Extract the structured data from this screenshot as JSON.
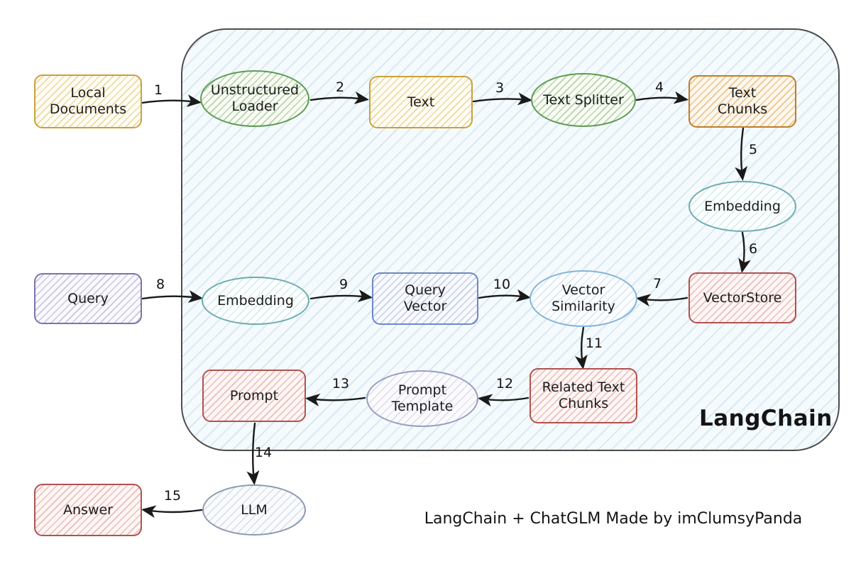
{
  "diagram": {
    "container_label": "LangChain",
    "caption": "LangChain + ChatGLM Made by imClumsyPanda"
  },
  "nodes": {
    "local_documents": {
      "label": "Local Documents",
      "shape": "rect",
      "color": "yellow"
    },
    "unstructured_loader": {
      "label": "Unstructured Loader",
      "shape": "ellipse",
      "color": "green"
    },
    "text": {
      "label": "Text",
      "shape": "rect",
      "color": "yellow"
    },
    "text_splitter": {
      "label": "Text Splitter",
      "shape": "ellipse",
      "color": "green"
    },
    "text_chunks": {
      "label": "Text Chunks",
      "shape": "rect",
      "color": "orange"
    },
    "embedding_docs": {
      "label": "Embedding",
      "shape": "ellipse",
      "color": "teal"
    },
    "vectorstore": {
      "label": "VectorStore",
      "shape": "rect",
      "color": "red"
    },
    "query": {
      "label": "Query",
      "shape": "rect",
      "color": "purple"
    },
    "embedding_query": {
      "label": "Embedding",
      "shape": "ellipse",
      "color": "teal"
    },
    "query_vector": {
      "label": "Query Vector",
      "shape": "rect",
      "color": "blue"
    },
    "vector_similarity": {
      "label": "Vector Similarity",
      "shape": "ellipse",
      "color": "lightblue"
    },
    "related_text_chunks": {
      "label": "Related Text Chunks",
      "shape": "rect",
      "color": "red"
    },
    "prompt_template": {
      "label": "Prompt Template",
      "shape": "ellipse",
      "color": "lavender"
    },
    "prompt": {
      "label": "Prompt",
      "shape": "rect",
      "color": "red"
    },
    "llm": {
      "label": "LLM",
      "shape": "ellipse",
      "color": "grayblue"
    },
    "answer": {
      "label": "Answer",
      "shape": "rect",
      "color": "red"
    }
  },
  "edges": [
    {
      "label": "1",
      "from": "local_documents",
      "to": "unstructured_loader"
    },
    {
      "label": "2",
      "from": "unstructured_loader",
      "to": "text"
    },
    {
      "label": "3",
      "from": "text",
      "to": "text_splitter"
    },
    {
      "label": "4",
      "from": "text_splitter",
      "to": "text_chunks"
    },
    {
      "label": "5",
      "from": "text_chunks",
      "to": "embedding_docs"
    },
    {
      "label": "6",
      "from": "embedding_docs",
      "to": "vectorstore"
    },
    {
      "label": "7",
      "from": "vectorstore",
      "to": "vector_similarity"
    },
    {
      "label": "8",
      "from": "query",
      "to": "embedding_query"
    },
    {
      "label": "9",
      "from": "embedding_query",
      "to": "query_vector"
    },
    {
      "label": "10",
      "from": "query_vector",
      "to": "vector_similarity"
    },
    {
      "label": "11",
      "from": "vector_similarity",
      "to": "related_text_chunks"
    },
    {
      "label": "12",
      "from": "related_text_chunks",
      "to": "prompt_template"
    },
    {
      "label": "13",
      "from": "prompt_template",
      "to": "prompt"
    },
    {
      "label": "14",
      "from": "prompt",
      "to": "llm"
    },
    {
      "label": "15",
      "from": "llm",
      "to": "answer"
    }
  ],
  "colors": {
    "yellow_border": "#c9a13b",
    "green_border": "#5c9c4e",
    "orange_border": "#bf7d26",
    "teal_border": "#6aabad",
    "red_border": "#b2524e",
    "purple_border": "#7b74ad",
    "blue_border": "#6f87c4",
    "lightblue_border": "#82b3d8",
    "lavender_border": "#9a9cc0",
    "grayblue_border": "#8a9ab0",
    "container_border": "#4d4d4d",
    "container_fill": "#f5fafd",
    "arrow": "#1a1a1a"
  }
}
